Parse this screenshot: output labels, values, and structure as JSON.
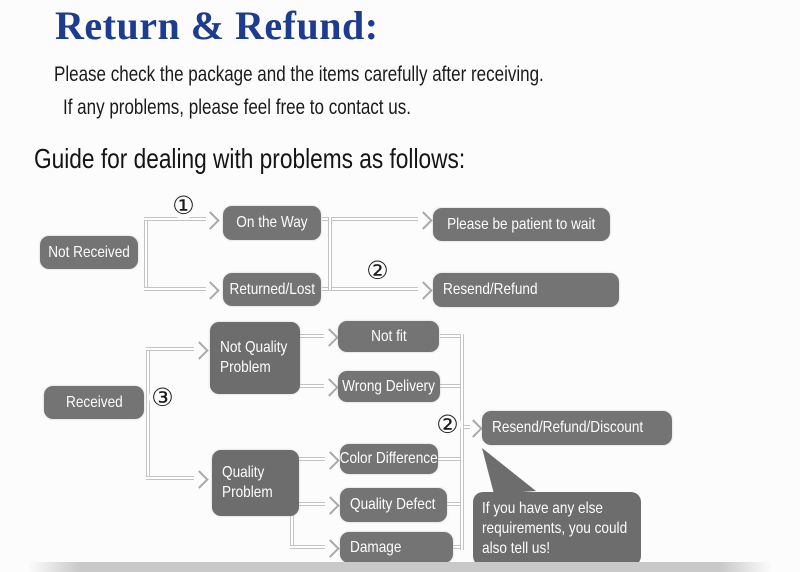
{
  "palette": {
    "title_navy": "#1e3c8e",
    "box_gray": "#747474",
    "box_gray_dark": "#6d6d6d",
    "connector_gray": "#c3c3c3",
    "text_black": "#1a1a1a"
  },
  "header": {
    "title": "Return & Refund:",
    "line1": "Please check the package and the items carefully after receiving.",
    "line2": "If any problems, please feel free to contact us.",
    "guide": "Guide for dealing with problems as follows:"
  },
  "flow": {
    "markers": {
      "step1": "①",
      "step2": "②",
      "step3": "③"
    },
    "nodes": {
      "not_received": "Not Received",
      "on_the_way": "On the Way",
      "returned_lost": "Returned/Lost",
      "please_wait": "Please be patient to wait",
      "resend_refund": "Resend/Refund",
      "received": "Received",
      "not_quality_problem": "Not Quality Problem",
      "not_fit": "Not fit",
      "wrong_delivery": "Wrong Delivery",
      "quality_problem": "Quality Problem",
      "color_difference": "Color Difference",
      "quality_defect": "Quality Defect",
      "damage": "Damage",
      "resend_refund_discount": "Resend/Refund/Discount",
      "note_bubble": "If you have any else requirements, you could also tell us!"
    }
  }
}
